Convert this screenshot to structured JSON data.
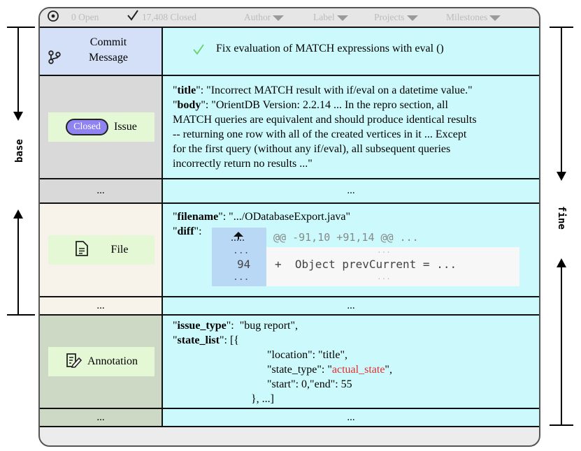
{
  "topbar": {
    "open": "0 Open",
    "closed": "17,408 Closed",
    "filters": [
      "Author",
      "Label",
      "Projects",
      "Milestones"
    ]
  },
  "rows": {
    "commit": {
      "label": "Commit Message",
      "message": "Fix evaluation of MATCH expressions with eval ()"
    },
    "issue": {
      "badge": "Closed",
      "label": "Issue",
      "title_key": "title",
      "title_value": "\"Incorrect MATCH result with if/eval on a datetime value.\"",
      "body_key": "body",
      "body_lines": [
        ": \"OrientDB Version: 2.2.14 ... In the repro section, all",
        "MATCH queries are equivalent and should produce identical results",
        "-- returning one row with all of the created vertices in it ... Except",
        "for the first query (without any if/eval), all subsequent queries",
        "incorrectly return no results ...\""
      ]
    },
    "file": {
      "label": "File",
      "filename_key": "filename",
      "filename_value": ": \".../ODatabaseExport.java\"",
      "diff_key": "diff",
      "hunk": "@@ -91,10 +91,14 @@ ...",
      "line_no": "94",
      "line_code": "+  Object prevCurrent = ...",
      "ellipsis": "..."
    },
    "annotation": {
      "label": "Annotation",
      "issue_type_key": "issue_type",
      "issue_type_value": ":  \"bug report\",",
      "state_list_key": "state_list",
      "state_list_open": ": [{",
      "location_line": "\"location\": \"title\",",
      "state_type_prefix": "\"state_type\": \"",
      "state_type_value": "actual_state",
      "state_type_suffix": "\",",
      "start_end_line": "\"start\": 0,\"end\": 55",
      "close_line": "}, ...]"
    },
    "ellipsis": "..."
  },
  "side": {
    "left_label": "base",
    "right_label": "fine"
  },
  "colors": {
    "commit_left": "#d4e0f7",
    "issue_left": "#d9d9d9",
    "file_left": "#f8f3ea",
    "annotation_left": "#cdd9c4",
    "right_cells": "#ccfafc",
    "label_box": "#e5f8d5",
    "badge": "#8e83f0",
    "check": "#6ccf6c",
    "state_value": "#e02d2d"
  }
}
